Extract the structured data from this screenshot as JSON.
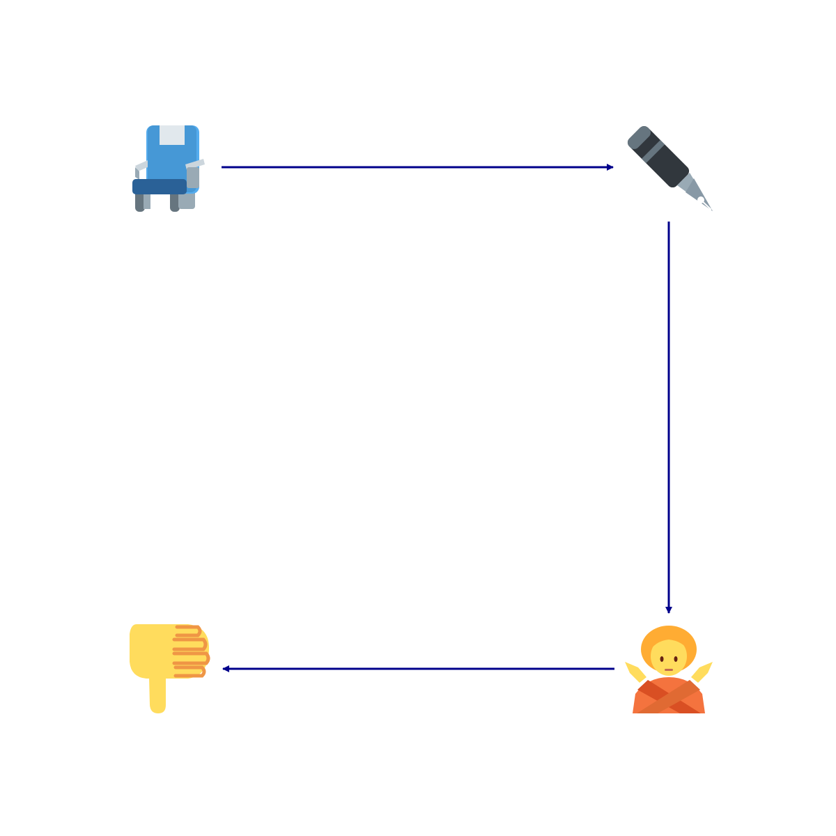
{
  "diagram": {
    "edge_color": "#00008b",
    "nodes": [
      {
        "id": "seat",
        "icon": "seat-icon"
      },
      {
        "id": "pen",
        "icon": "fountain-pen-icon"
      },
      {
        "id": "person",
        "icon": "person-gesturing-no-icon"
      },
      {
        "id": "thumbs",
        "icon": "thumbs-down-icon"
      }
    ],
    "edges": [
      {
        "from": "seat",
        "to": "pen"
      },
      {
        "from": "pen",
        "to": "person"
      },
      {
        "from": "person",
        "to": "thumbs"
      }
    ]
  }
}
